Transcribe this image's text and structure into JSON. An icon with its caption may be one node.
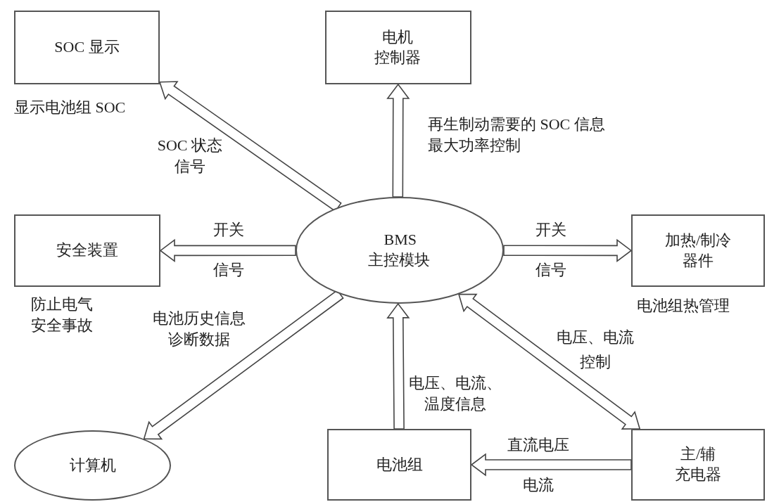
{
  "diagram": {
    "nodes": [
      {
        "text": [
          "SOC 显示"
        ],
        "beside": [
          "显示电池组 SOC"
        ]
      },
      {
        "text": [
          "电机控制器"
        ]
      },
      {
        "text": [
          "安全装置"
        ],
        "beside": [
          "防止电气安全事故"
        ]
      },
      {
        "text": [
          "BMS主控模块"
        ]
      },
      {
        "text": [
          "加热/制冷器件"
        ],
        "beside": [
          "电池组热管理"
        ]
      },
      {
        "text": [
          "计算机"
        ]
      },
      {
        "text": [
          "电池组"
        ]
      },
      {
        "text": [
          "主/辅充电器"
        ]
      }
    ],
    "edges": [
      {
        "from": 3,
        "to": 0,
        "arrow": "to",
        "label": "SOC 状态信号"
      },
      {
        "from": 3,
        "to": 1,
        "arrow": "to",
        "label": "再生制动需要的 SOC 信息最大功率控制"
      },
      {
        "from": 3,
        "to": 2,
        "arrow": "to",
        "label": "开关信号"
      },
      {
        "from": 3,
        "to": 4,
        "arrow": "to",
        "label": "开关信号"
      },
      {
        "from": 3,
        "to": 5,
        "arrow": "to",
        "label": "电池历史信息诊断数据"
      },
      {
        "from": 6,
        "to": 3,
        "arrow": "to",
        "label": "电压、电流、温度信息"
      },
      {
        "from": 3,
        "to": 7,
        "arrow": "both",
        "label": "电压、电流控制"
      },
      {
        "from": 7,
        "to": 6,
        "arrow": "to",
        "label": "直流电压电流"
      }
    ]
  }
}
